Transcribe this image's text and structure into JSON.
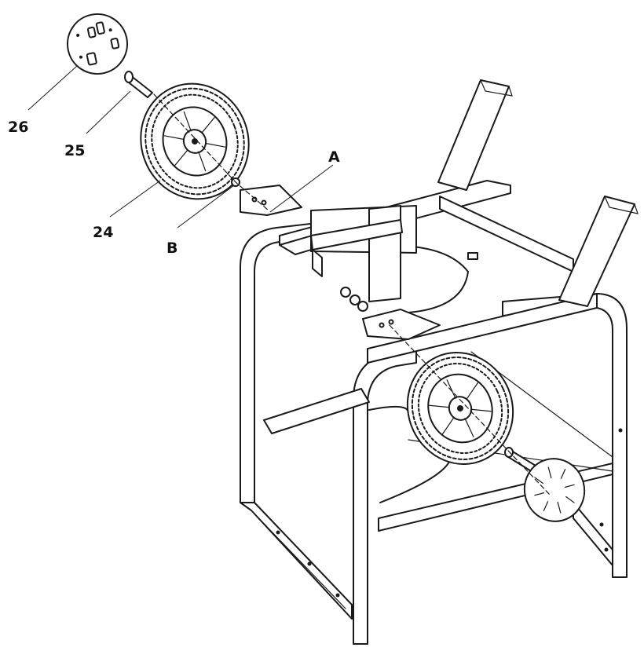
{
  "callouts": {
    "hubcap": "26",
    "axle_bolt": "25",
    "wheel": "24",
    "point_a": "A",
    "point_b": "B"
  },
  "colors": {
    "line": "#1a1a1a",
    "background": "#ffffff"
  }
}
